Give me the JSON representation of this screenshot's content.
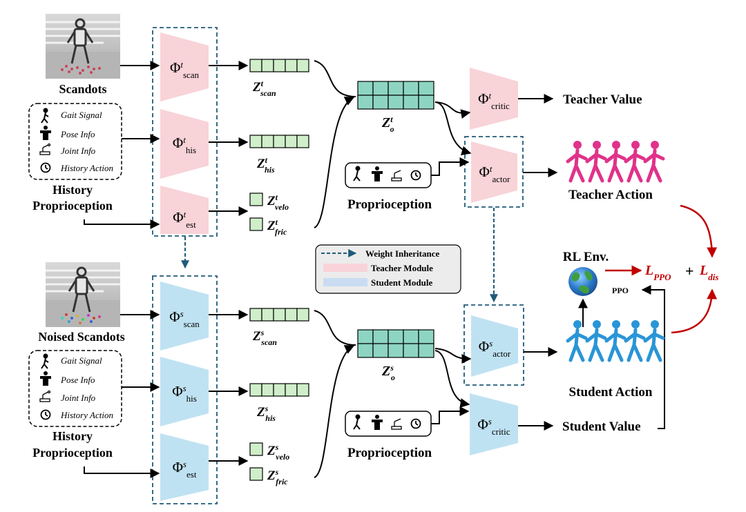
{
  "colors": {
    "teacher_fill": "#f8d3d8",
    "student_fill": "#bfe2f2",
    "latent_cell": "#cfeec9",
    "latent_obs": "#8dd5c2",
    "dash_blue": "#1f5a78",
    "loss_red": "#c00000",
    "teacher_action": "#e0328a",
    "student_action": "#2a95d6"
  },
  "teacher": {
    "scandots_label": "Scandots",
    "history_label_line1": "History",
    "history_label_line2": "Proprioception",
    "hist_items": [
      "Gait Signal",
      "Pose Info",
      "Joint Info",
      "History Action"
    ],
    "enc_scan": {
      "phi": "Φ",
      "sup": "t",
      "sub": "scan"
    },
    "enc_his": {
      "phi": "Φ",
      "sup": "t",
      "sub": "his"
    },
    "enc_est": {
      "phi": "Φ",
      "sup": "t",
      "sub": "est"
    },
    "z_scan": {
      "z": "Z",
      "sup": "t",
      "sub": "scan"
    },
    "z_his": {
      "z": "Z",
      "sup": "t",
      "sub": "his"
    },
    "z_velo": {
      "z": "Z",
      "sup": "t",
      "sub": "velo"
    },
    "z_fric": {
      "z": "Z",
      "sup": "t",
      "sub": "fric"
    },
    "z_o": {
      "z": "Z",
      "sup": "t",
      "sub": "o"
    },
    "critic": {
      "phi": "Φ",
      "sup": "t",
      "sub": "critic"
    },
    "actor": {
      "phi": "Φ",
      "sup": "t",
      "sub": "actor"
    },
    "proprio_label": "Proprioception",
    "value_label": "Teacher Value",
    "action_label": "Teacher Action"
  },
  "student": {
    "scandots_label": "Noised Scandots",
    "history_label_line1": "History",
    "history_label_line2": "Proprioception",
    "hist_items": [
      "Gait Signal",
      "Pose Info",
      "Joint Info",
      "History Action"
    ],
    "enc_scan": {
      "phi": "Φ",
      "sup": "s",
      "sub": "scan"
    },
    "enc_his": {
      "phi": "Φ",
      "sup": "s",
      "sub": "his"
    },
    "enc_est": {
      "phi": "Φ",
      "sup": "s",
      "sub": "est"
    },
    "z_scan": {
      "z": "Z",
      "sup": "s",
      "sub": "scan"
    },
    "z_his": {
      "z": "Z",
      "sup": "s",
      "sub": "his"
    },
    "z_velo": {
      "z": "Z",
      "sup": "s",
      "sub": "velo"
    },
    "z_fric": {
      "z": "Z",
      "sup": "s",
      "sub": "fric"
    },
    "z_o": {
      "z": "Z",
      "sup": "s",
      "sub": "o"
    },
    "critic": {
      "phi": "Φ",
      "sup": "s",
      "sub": "critic"
    },
    "actor": {
      "phi": "Φ",
      "sup": "s",
      "sub": "actor"
    },
    "proprio_label": "Proprioception",
    "value_label": "Student Value",
    "action_label": "Student Action"
  },
  "legend": {
    "weight_inheritance": "Weight Inheritance",
    "teacher_module": "Teacher Module",
    "student_module": "Student Module"
  },
  "rl": {
    "env_label": "RL Env.",
    "ppo_label": "PPO",
    "loss_ppo": {
      "main": "L",
      "sub": "PPO"
    },
    "plus": "+",
    "loss_dis": {
      "main": "L",
      "sub": "dis"
    }
  }
}
